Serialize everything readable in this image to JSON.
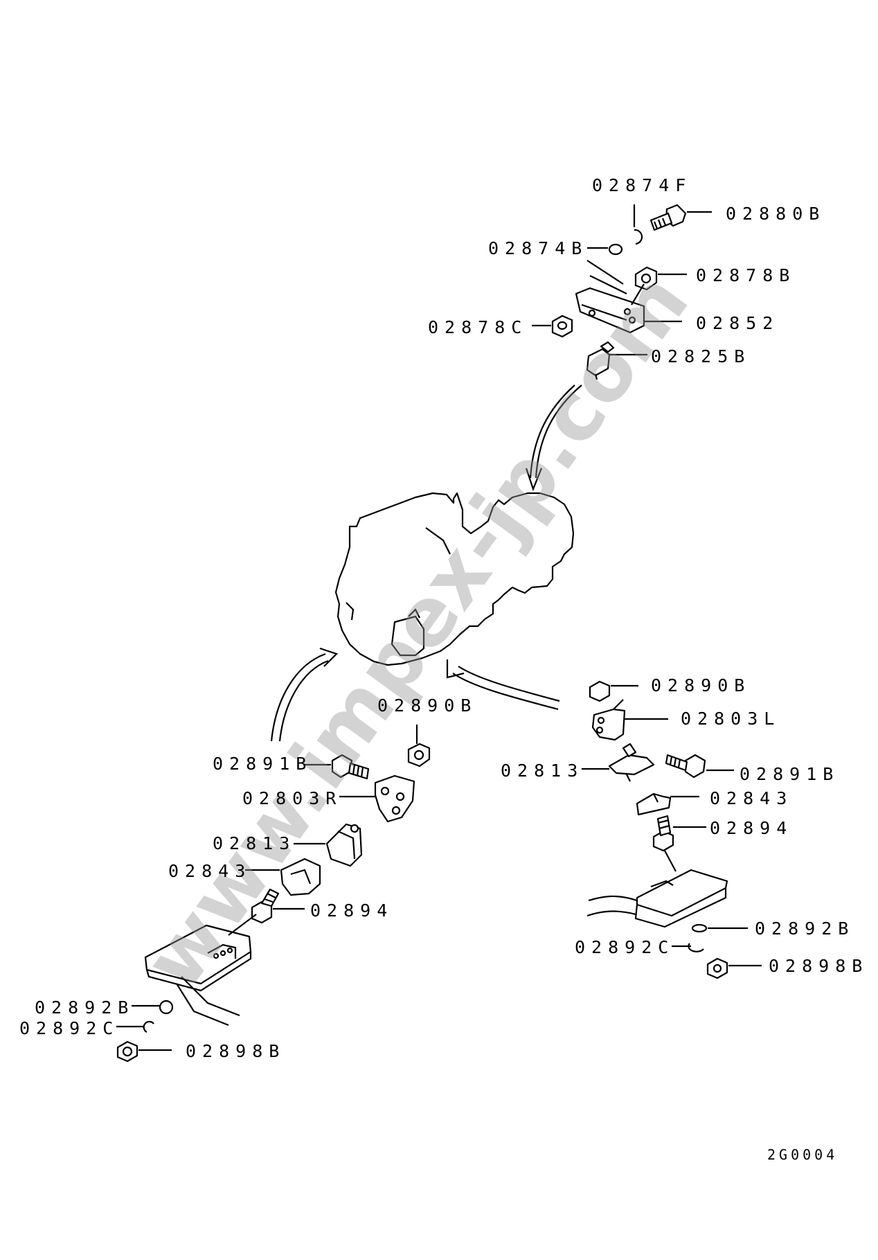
{
  "watermark": "www.impex-jp.com",
  "drawing_code": "2G0004",
  "labels": {
    "top_02874F": "02874F",
    "top_02880B": "02880B",
    "top_02874B": "02874B",
    "top_02878B": "02878B",
    "top_02852": "02852",
    "top_02878C": "02878C",
    "top_02825B": "02825B",
    "left_02890B": "02890B",
    "left_02891B": "02891B",
    "left_02803R": "02803R",
    "left_02813": "02813",
    "left_02843": "02843",
    "left_02894": "02894",
    "left_02892B": "02892B",
    "left_02892C": "02892C",
    "left_02898B": "02898B",
    "right_02890B": "02890B",
    "right_02803L": "02803L",
    "right_02813": "02813",
    "right_02891B": "02891B",
    "right_02843": "02843",
    "right_02894": "02894",
    "right_02892B": "02892B",
    "right_02892C": "02892C",
    "right_02898B": "02898B"
  }
}
